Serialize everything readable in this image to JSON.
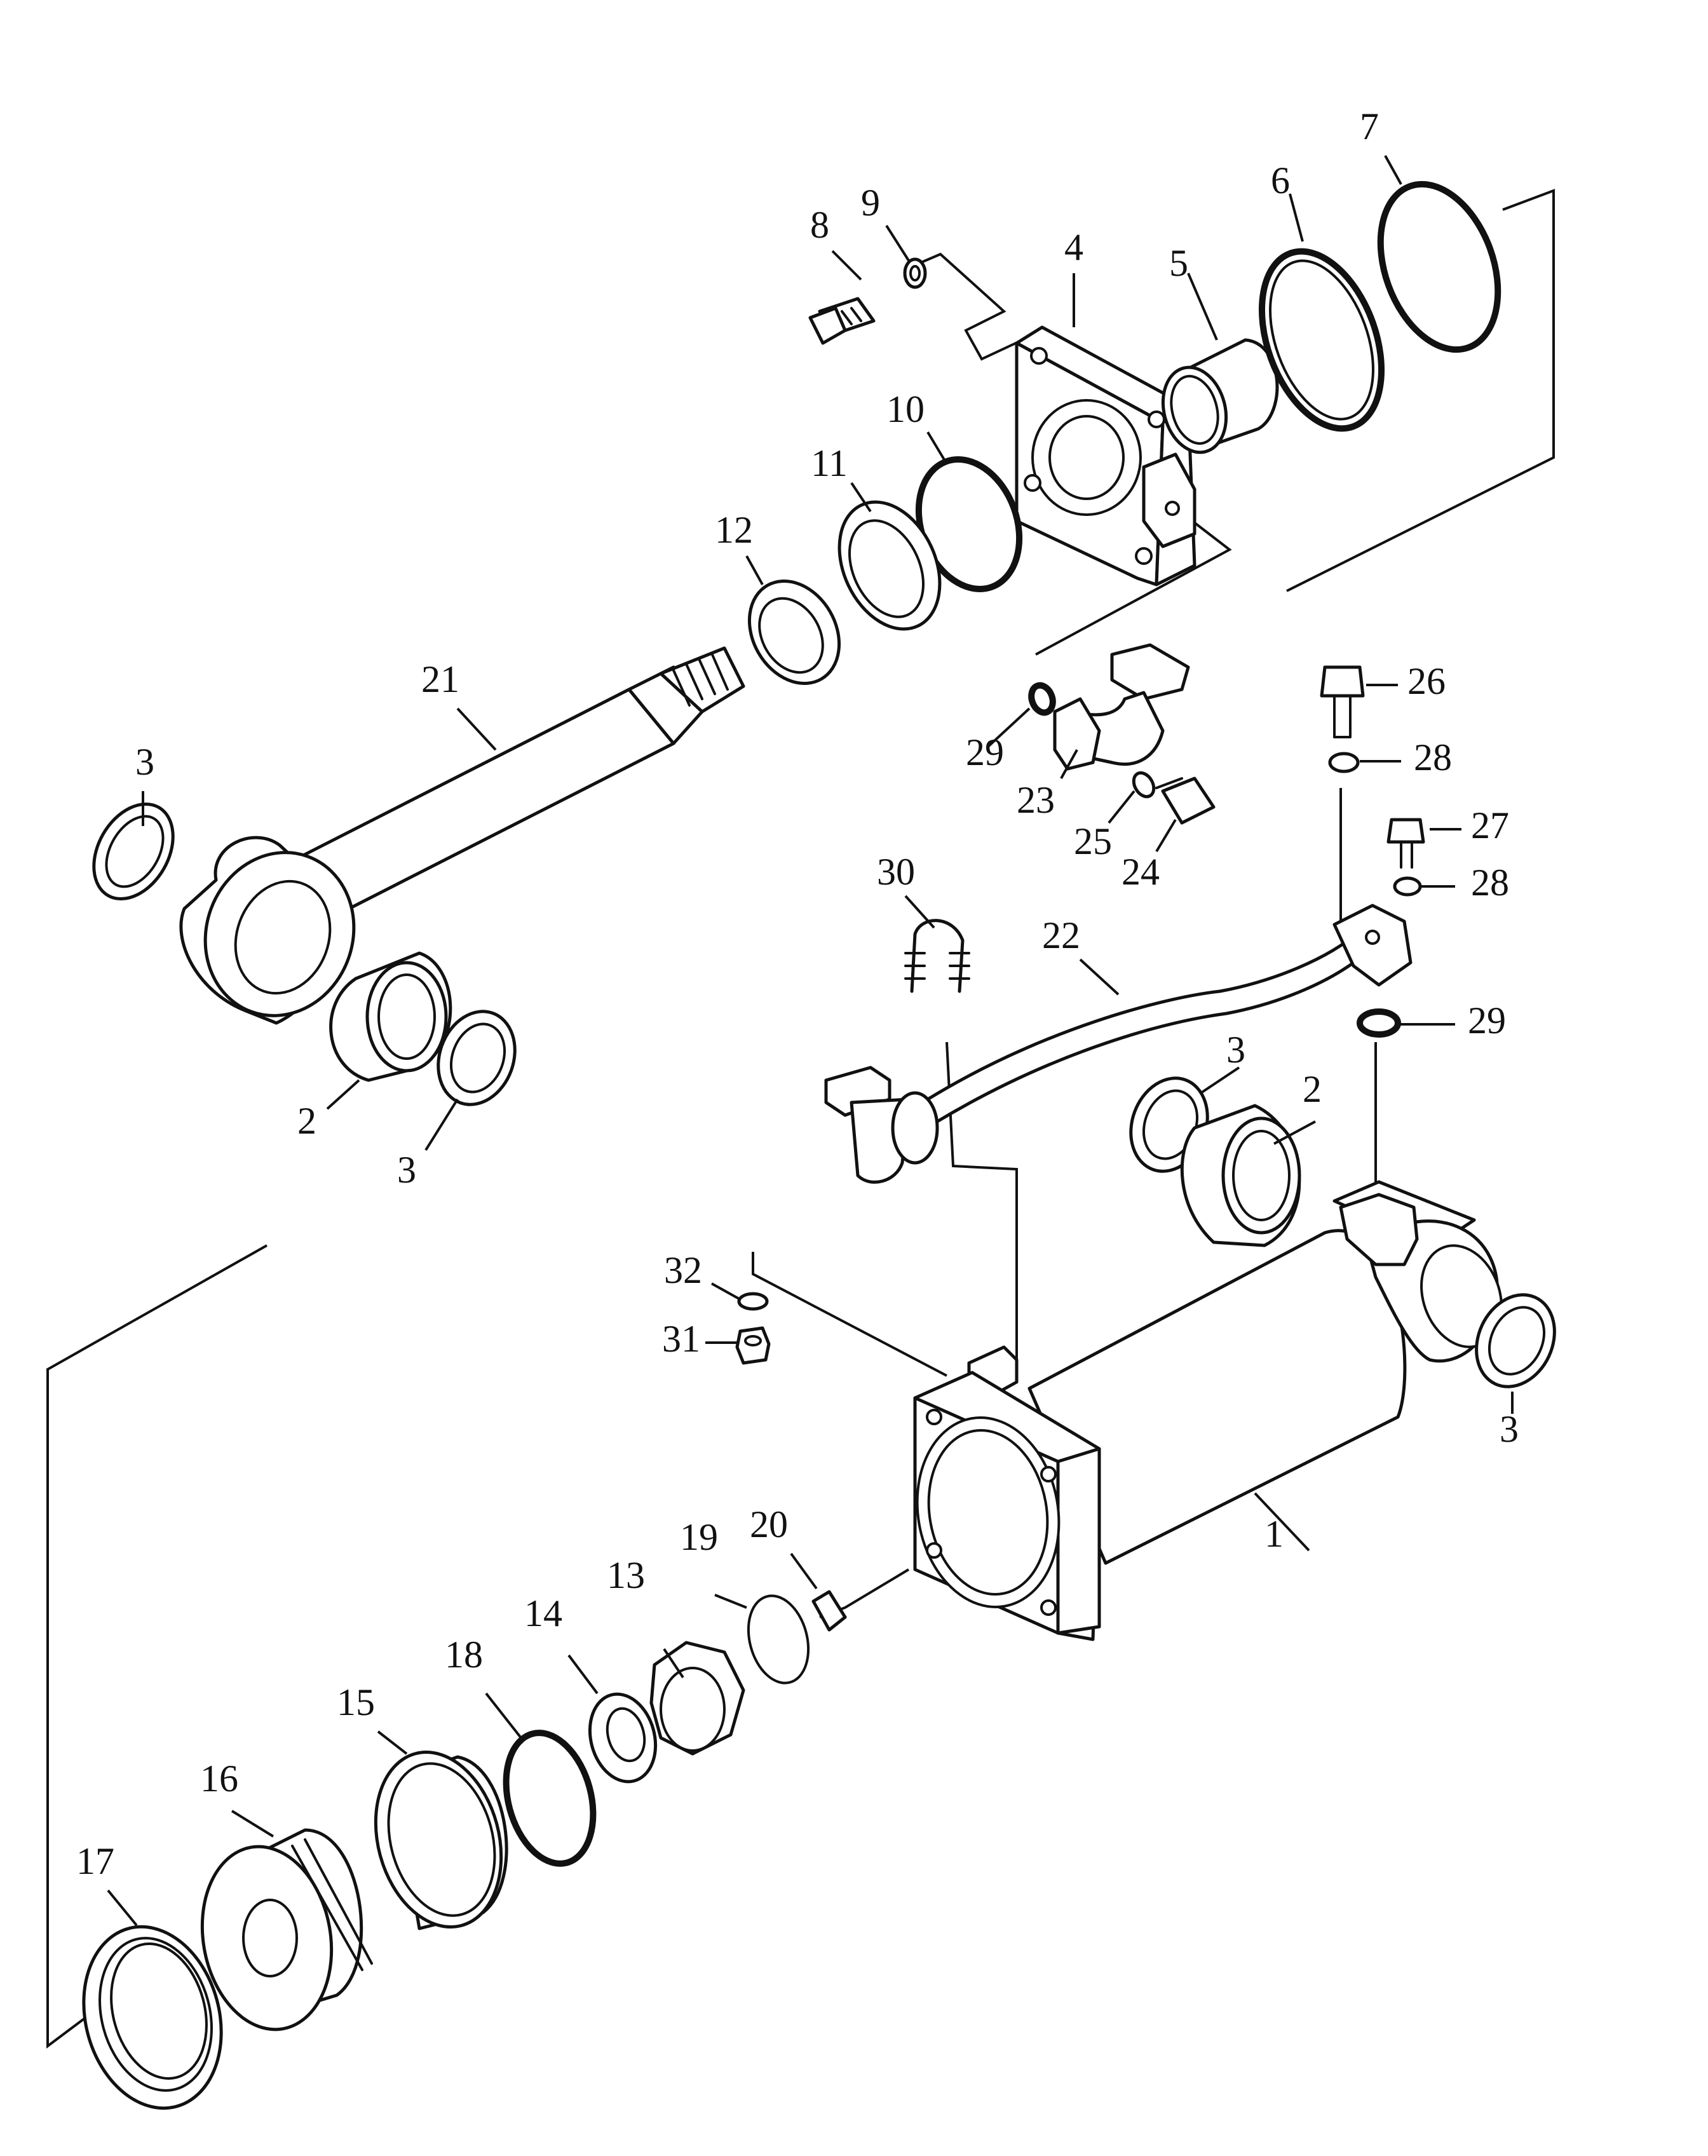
{
  "diagram": {
    "callouts": [
      {
        "id": "c1",
        "text": "1"
      },
      {
        "id": "c2a",
        "text": "2"
      },
      {
        "id": "c2b",
        "text": "2"
      },
      {
        "id": "c3a",
        "text": "3"
      },
      {
        "id": "c3b",
        "text": "3"
      },
      {
        "id": "c3c",
        "text": "3"
      },
      {
        "id": "c3d",
        "text": "3"
      },
      {
        "id": "c4",
        "text": "4"
      },
      {
        "id": "c5",
        "text": "5"
      },
      {
        "id": "c6",
        "text": "6"
      },
      {
        "id": "c7",
        "text": "7"
      },
      {
        "id": "c8",
        "text": "8"
      },
      {
        "id": "c9",
        "text": "9"
      },
      {
        "id": "c10",
        "text": "10"
      },
      {
        "id": "c11",
        "text": "11"
      },
      {
        "id": "c12",
        "text": "12"
      },
      {
        "id": "c13",
        "text": "13"
      },
      {
        "id": "c14",
        "text": "14"
      },
      {
        "id": "c15",
        "text": "15"
      },
      {
        "id": "c16",
        "text": "16"
      },
      {
        "id": "c17",
        "text": "17"
      },
      {
        "id": "c18",
        "text": "18"
      },
      {
        "id": "c19",
        "text": "19"
      },
      {
        "id": "c20",
        "text": "20"
      },
      {
        "id": "c21",
        "text": "21"
      },
      {
        "id": "c22",
        "text": "22"
      },
      {
        "id": "c23",
        "text": "23"
      },
      {
        "id": "c24",
        "text": "24"
      },
      {
        "id": "c25",
        "text": "25"
      },
      {
        "id": "c26",
        "text": "26"
      },
      {
        "id": "c27",
        "text": "27"
      },
      {
        "id": "c28a",
        "text": "28"
      },
      {
        "id": "c28b",
        "text": "28"
      },
      {
        "id": "c29a",
        "text": "29"
      },
      {
        "id": "c29b",
        "text": "29"
      },
      {
        "id": "c30",
        "text": "30"
      },
      {
        "id": "c31",
        "text": "31"
      },
      {
        "id": "c32",
        "text": "32"
      }
    ]
  }
}
